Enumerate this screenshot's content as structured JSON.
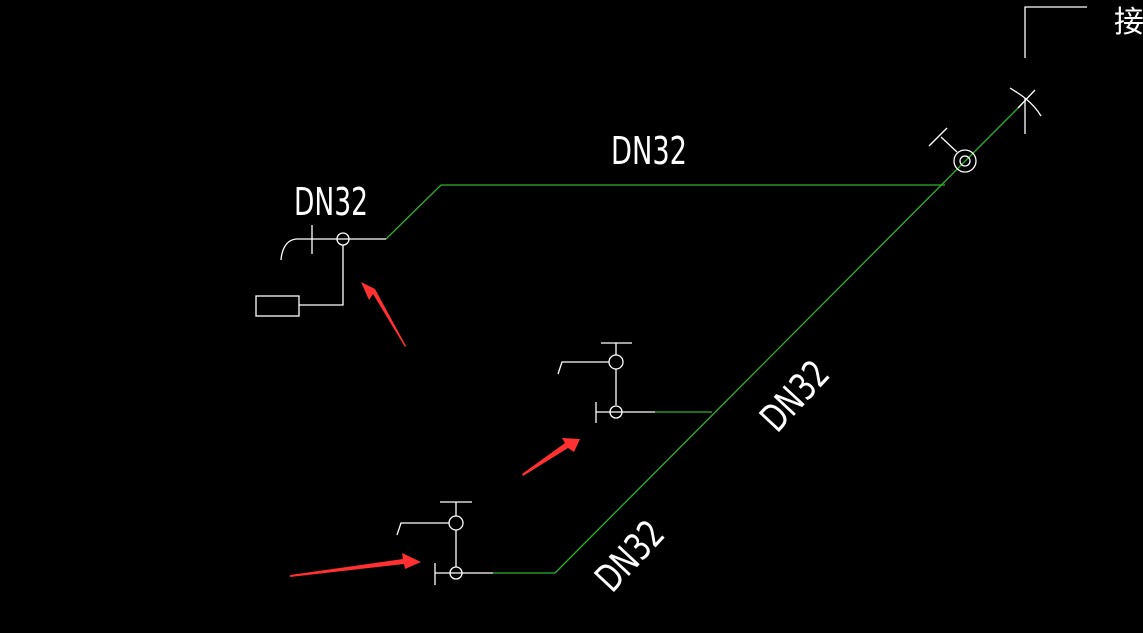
{
  "colors": {
    "background": "#000000",
    "pipe": "#2fb12f",
    "symbol": "#ffffff",
    "arrow": "#ff3030"
  },
  "labels": {
    "top_pipe": "DN32",
    "left_branch": "DN32",
    "diagonal_upper": "DN32",
    "diagonal_lower": "DN32",
    "edge_glyph": "接"
  }
}
